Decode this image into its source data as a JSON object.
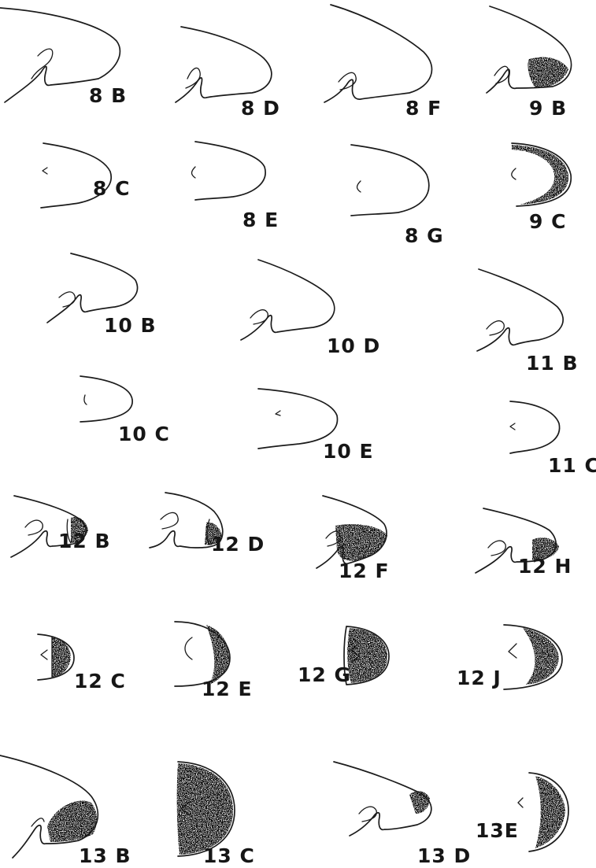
{
  "figures": [
    {
      "id": "8B",
      "label": "8 B",
      "view": "side",
      "stipple": false
    },
    {
      "id": "8D",
      "label": "8 D",
      "view": "side",
      "stipple": false
    },
    {
      "id": "8F",
      "label": "8 F",
      "view": "side",
      "stipple": false
    },
    {
      "id": "9B",
      "label": "9 B",
      "view": "side",
      "stipple": true
    },
    {
      "id": "8C",
      "label": "8 C",
      "view": "top",
      "stipple": false
    },
    {
      "id": "8E",
      "label": "8 E",
      "view": "top",
      "stipple": false
    },
    {
      "id": "8G",
      "label": "8 G",
      "view": "top",
      "stipple": false
    },
    {
      "id": "9C",
      "label": "9 C",
      "view": "top",
      "stipple": true
    },
    {
      "id": "10B",
      "label": "10 B",
      "view": "side",
      "stipple": false
    },
    {
      "id": "10D",
      "label": "10 D",
      "view": "side",
      "stipple": false
    },
    {
      "id": "11B",
      "label": "11 B",
      "view": "side",
      "stipple": false
    },
    {
      "id": "10C",
      "label": "10 C",
      "view": "top",
      "stipple": false
    },
    {
      "id": "10E",
      "label": "10 E",
      "view": "top",
      "stipple": false
    },
    {
      "id": "11C",
      "label": "11 C",
      "view": "top",
      "stipple": false
    },
    {
      "id": "12B",
      "label": "12  B",
      "view": "side",
      "stipple": true
    },
    {
      "id": "12D",
      "label": "12 D",
      "view": "side",
      "stipple": true
    },
    {
      "id": "12F",
      "label": "12 F",
      "view": "side",
      "stipple": true
    },
    {
      "id": "12H",
      "label": "12 H",
      "view": "side",
      "stipple": true
    },
    {
      "id": "12C",
      "label": "12  C",
      "view": "top",
      "stipple": true
    },
    {
      "id": "12E",
      "label": "12 E",
      "view": "top",
      "stipple": true
    },
    {
      "id": "12G",
      "label": "12 G",
      "view": "top",
      "stipple": true
    },
    {
      "id": "12J",
      "label": "12 J",
      "view": "top",
      "stipple": true
    },
    {
      "id": "13B",
      "label": "13 B",
      "view": "side",
      "stipple": true
    },
    {
      "id": "13C",
      "label": "13 C",
      "view": "top",
      "stipple": true
    },
    {
      "id": "13D",
      "label": "13 D",
      "view": "side",
      "stipple": true
    },
    {
      "id": "13E",
      "label": "13E",
      "view": "top",
      "stipple": true
    }
  ]
}
